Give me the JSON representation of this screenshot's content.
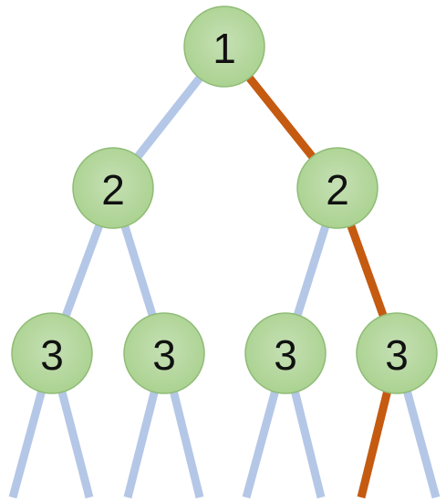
{
  "diagram": {
    "type": "tree",
    "colors": {
      "edge_default": "#b4c7e7",
      "edge_highlight": "#c55a11",
      "node_fill": "#a9d18e",
      "node_fill_light": "#c5e0b4",
      "node_stroke": "#8fbc76",
      "label": "#111111"
    },
    "nodes": [
      {
        "id": "root",
        "label": "1",
        "level": 1
      },
      {
        "id": "l2-left",
        "label": "2",
        "level": 2
      },
      {
        "id": "l2-right",
        "label": "2",
        "level": 2
      },
      {
        "id": "l3-a",
        "label": "3",
        "level": 3
      },
      {
        "id": "l3-b",
        "label": "3",
        "level": 3
      },
      {
        "id": "l3-c",
        "label": "3",
        "level": 3
      },
      {
        "id": "l3-d",
        "label": "3",
        "level": 3
      }
    ],
    "edges": [
      {
        "from": "root",
        "to": "l2-left",
        "highlighted": false
      },
      {
        "from": "root",
        "to": "l2-right",
        "highlighted": true
      },
      {
        "from": "l2-left",
        "to": "l3-a",
        "highlighted": false
      },
      {
        "from": "l2-left",
        "to": "l3-b",
        "highlighted": false
      },
      {
        "from": "l2-right",
        "to": "l3-c",
        "highlighted": false
      },
      {
        "from": "l2-right",
        "to": "l3-d",
        "highlighted": true
      },
      {
        "from": "l3-a",
        "to": "leaf",
        "highlighted": false
      },
      {
        "from": "l3-a",
        "to": "leaf",
        "highlighted": false
      },
      {
        "from": "l3-b",
        "to": "leaf",
        "highlighted": false
      },
      {
        "from": "l3-b",
        "to": "leaf",
        "highlighted": false
      },
      {
        "from": "l3-c",
        "to": "leaf",
        "highlighted": false
      },
      {
        "from": "l3-c",
        "to": "leaf",
        "highlighted": false
      },
      {
        "from": "l3-d",
        "to": "leaf",
        "highlighted": true
      },
      {
        "from": "l3-d",
        "to": "leaf",
        "highlighted": false
      }
    ]
  }
}
